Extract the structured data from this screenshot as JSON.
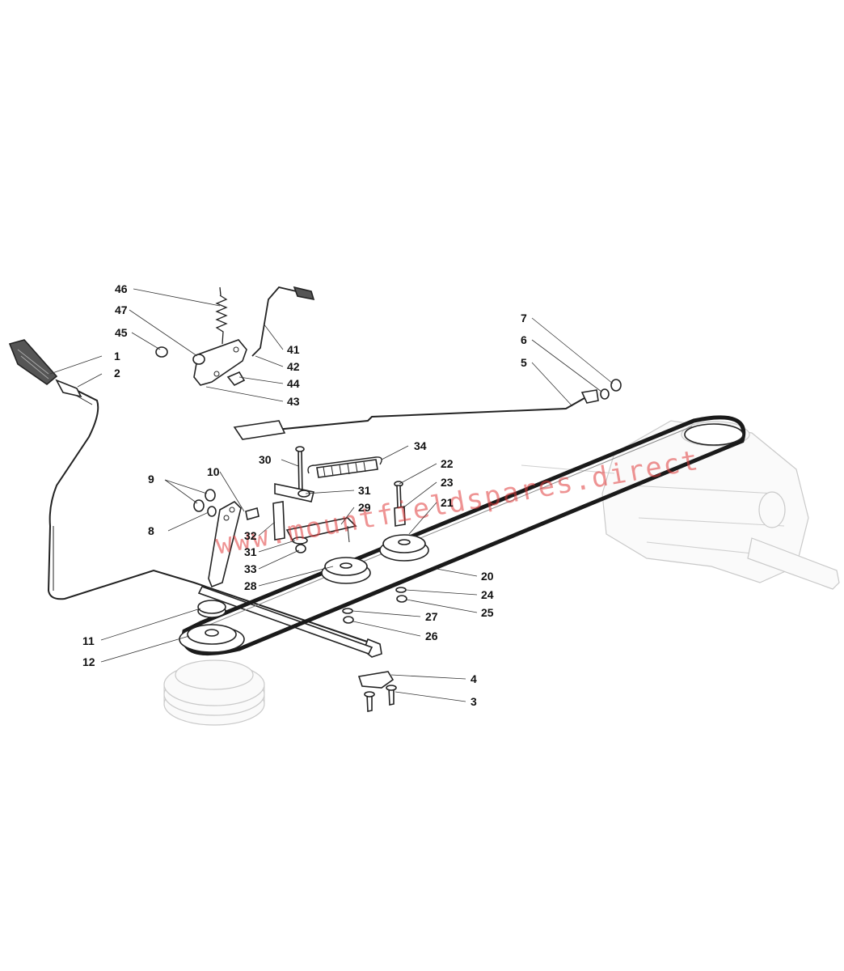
{
  "watermark": "www.mountfieldspares.direct",
  "callouts": [
    {
      "id": "1",
      "text": "1"
    },
    {
      "id": "2",
      "text": "2"
    },
    {
      "id": "3",
      "text": "3"
    },
    {
      "id": "4",
      "text": "4"
    },
    {
      "id": "5",
      "text": "5"
    },
    {
      "id": "6",
      "text": "6"
    },
    {
      "id": "7",
      "text": "7"
    },
    {
      "id": "8",
      "text": "8"
    },
    {
      "id": "9",
      "text": "9"
    },
    {
      "id": "10",
      "text": "10"
    },
    {
      "id": "11",
      "text": "11"
    },
    {
      "id": "12",
      "text": "12"
    },
    {
      "id": "20",
      "text": "20"
    },
    {
      "id": "21",
      "text": "21"
    },
    {
      "id": "22",
      "text": "22"
    },
    {
      "id": "23",
      "text": "23"
    },
    {
      "id": "24",
      "text": "24"
    },
    {
      "id": "25",
      "text": "25"
    },
    {
      "id": "26",
      "text": "26"
    },
    {
      "id": "27",
      "text": "27"
    },
    {
      "id": "28",
      "text": "28"
    },
    {
      "id": "29",
      "text": "29"
    },
    {
      "id": "30",
      "text": "30"
    },
    {
      "id": "31a",
      "text": "31"
    },
    {
      "id": "31b",
      "text": "31"
    },
    {
      "id": "32",
      "text": "32"
    },
    {
      "id": "33",
      "text": "33"
    },
    {
      "id": "34",
      "text": "34"
    },
    {
      "id": "41",
      "text": "41"
    },
    {
      "id": "42",
      "text": "42"
    },
    {
      "id": "43",
      "text": "43"
    },
    {
      "id": "44",
      "text": "44"
    },
    {
      "id": "45",
      "text": "45"
    },
    {
      "id": "46",
      "text": "46"
    },
    {
      "id": "47",
      "text": "47"
    }
  ]
}
